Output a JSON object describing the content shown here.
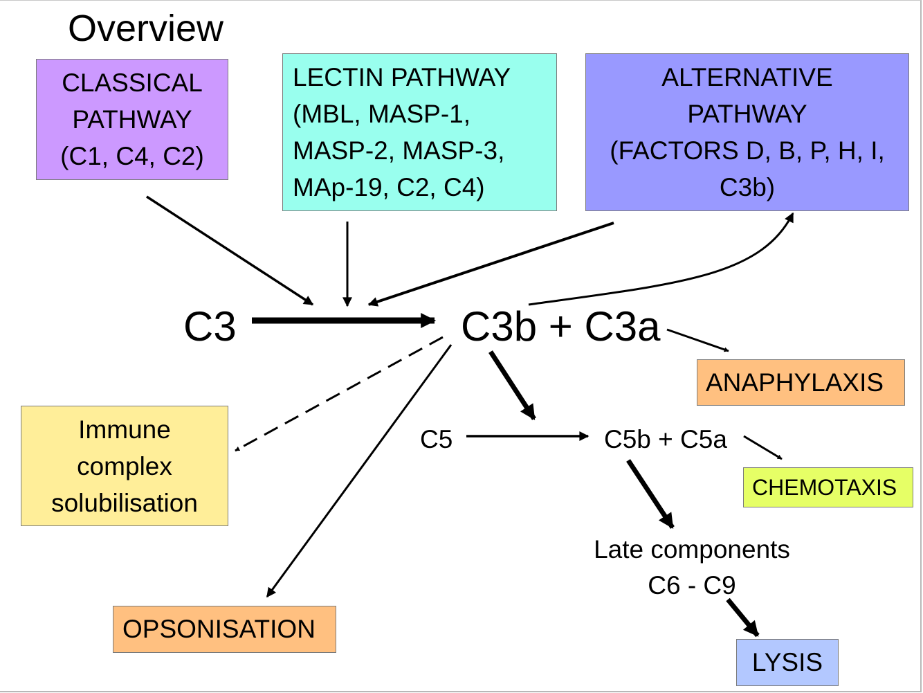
{
  "title": "Overview",
  "pathways": {
    "classical": {
      "lines": [
        "CLASSICAL",
        "PATHWAY",
        "(C1, C4, C2)"
      ],
      "color": "#cc99ff"
    },
    "lectin": {
      "lines": [
        "LECTIN PATHWAY",
        "(MBL, MASP-1,",
        "MASP-2, MASP-3,",
        "MAp-19, C2, C4)"
      ],
      "color": "#99ffee"
    },
    "alternative": {
      "lines": [
        "ALTERNATIVE",
        "PATHWAY",
        "(FACTORS D, B, P, H, I,",
        "C3b)"
      ],
      "color": "#9999ff"
    }
  },
  "nodes": {
    "c3": "C3",
    "c3_products": "C3b + C3a",
    "c5": "C5",
    "c5_products": "C5b + C5a",
    "late_components": [
      "Late components",
      "C6 - C9"
    ]
  },
  "outcomes": {
    "immune_complex": {
      "lines": [
        "Immune",
        "complex",
        "solubilisation"
      ],
      "color": "#ffee99"
    },
    "opsonisation": {
      "label": "OPSONISATION",
      "color": "#ffc080"
    },
    "anaphylaxis": {
      "label": "ANAPHYLAXIS",
      "color": "#ffc080"
    },
    "chemotaxis": {
      "label": "CHEMOTAXIS",
      "color": "#e6ff66"
    },
    "lysis": {
      "label": "LYSIS",
      "color": "#b3c8ff"
    }
  },
  "edges": [
    {
      "from": "classical-pathway",
      "to": "c3-conversion",
      "style": "solid"
    },
    {
      "from": "lectin-pathway",
      "to": "c3-conversion",
      "style": "solid"
    },
    {
      "from": "alternative-pathway",
      "to": "c3-conversion",
      "style": "solid"
    },
    {
      "from": "c3",
      "to": "c3b-c3a",
      "style": "bold"
    },
    {
      "from": "c3b-c3a",
      "to": "alternative-pathway",
      "style": "curved"
    },
    {
      "from": "c3b-c3a",
      "to": "anaphylaxis",
      "style": "solid"
    },
    {
      "from": "c3b-c3a",
      "to": "immune-complex-solubilisation",
      "style": "dashed"
    },
    {
      "from": "c3b-c3a",
      "to": "opsonisation",
      "style": "solid"
    },
    {
      "from": "c3b-c3a",
      "to": "c5-conversion",
      "style": "bold"
    },
    {
      "from": "c5",
      "to": "c5b-c5a",
      "style": "solid"
    },
    {
      "from": "c5b-c5a",
      "to": "chemotaxis",
      "style": "solid"
    },
    {
      "from": "c5b-c5a",
      "to": "late-components",
      "style": "bold"
    },
    {
      "from": "late-components",
      "to": "lysis",
      "style": "bold"
    }
  ]
}
